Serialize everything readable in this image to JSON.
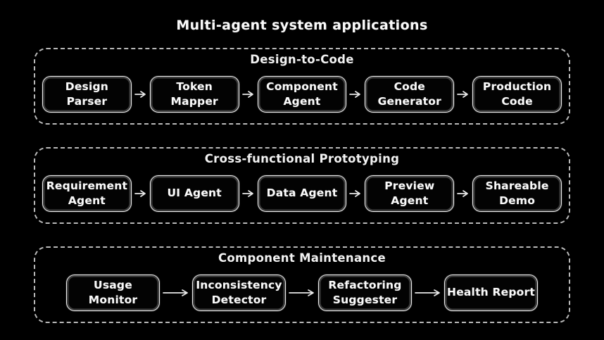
{
  "title": "Multi-agent system applications",
  "colors": {
    "background": "#000000",
    "container_dashed_border": "#b9b9b9",
    "node_border": "#efefef",
    "node_secondary_stroke": "#8c8c8c",
    "text": "#fafafa",
    "arrow": "#e9e9e9"
  },
  "icons": {
    "connector": "arrow-right-icon",
    "connector_glyph": "→"
  },
  "sections": [
    {
      "title": "Design-to-Code",
      "nodes": [
        "Design\nParser",
        "Token\nMapper",
        "Component\nAgent",
        "Code\nGenerator",
        "Production\nCode"
      ]
    },
    {
      "title": "Cross-functional Prototyping",
      "nodes": [
        "Requirement\nAgent",
        "UI Agent",
        "Data Agent",
        "Preview\nAgent",
        "Shareable\nDemo"
      ]
    },
    {
      "title": "Component Maintenance",
      "nodes": [
        "Usage\nMonitor",
        "Inconsistency\nDetector",
        "Refactoring\nSuggester",
        "Health Report"
      ]
    }
  ]
}
